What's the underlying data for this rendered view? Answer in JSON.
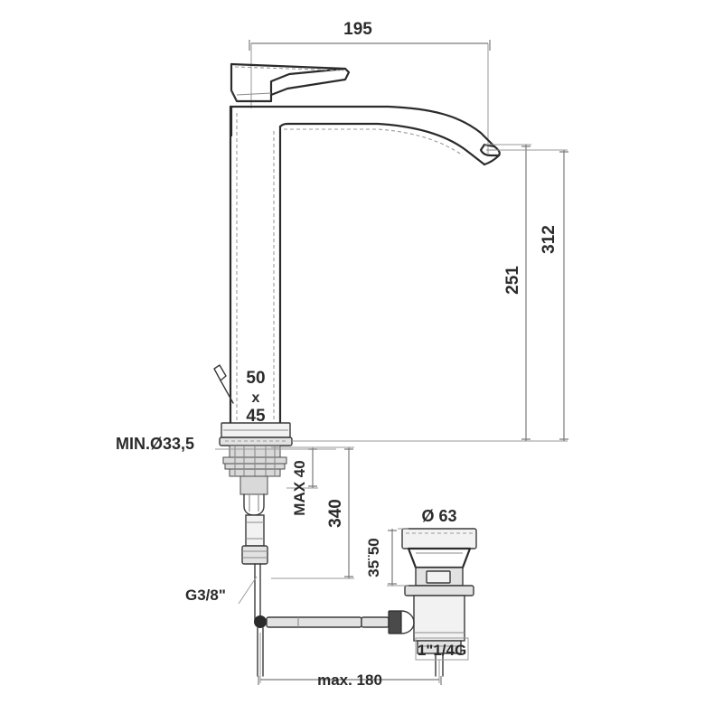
{
  "drawing": {
    "title": "Tall basin mixer tap with pop-up waste - dimensioned technical drawing",
    "units": "mm",
    "line_color": "#4a4a4a",
    "outline_color": "#2b2b2b",
    "dimension_color": "#6e6e6e",
    "text_color": "#2b2b2b",
    "background_color": "#ffffff"
  },
  "dimensions": {
    "spout_reach": "195",
    "total_height": "312",
    "spout_height": "251",
    "handle_clearance_top": "50",
    "handle_clearance_sep": "x",
    "handle_clearance_bottom": "45",
    "min_hole_diameter": "MIN.Ø33,5",
    "max_thickness": "MAX 40",
    "hose_length": "340",
    "supply_thread": "G3/8\"",
    "waste_flange_diameter": "Ø 63",
    "waste_height_range": "35¨50",
    "waste_thread": "1\"1/4G",
    "rod_length": "max. 180"
  }
}
